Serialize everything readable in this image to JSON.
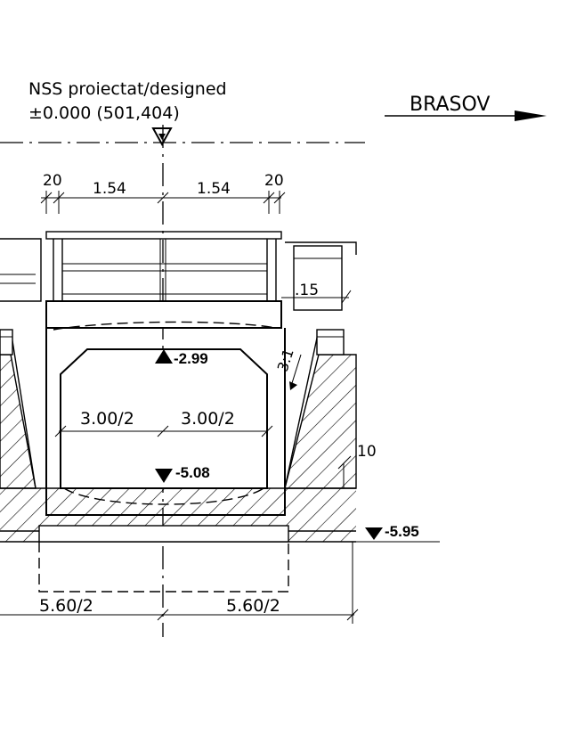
{
  "header": {
    "level_note_line1": "NSS proiectat/designed",
    "level_note_line2": "±0.000 (501,404)",
    "direction_label": "BRASOV"
  },
  "dimensions": {
    "top_left_small": "20",
    "top_left_half": "1.54",
    "top_right_half": "1.54",
    "top_right_small": "20",
    "ledge": ".15",
    "slope": "3:1",
    "inner_left_half": "3.00/2",
    "inner_right_half": "3.00/2",
    "side_gap": "10",
    "base_left_half": "5.60/2",
    "base_right_half": "5.60/2"
  },
  "elevations": {
    "top_of_inner": "-2.99",
    "bottom_of_inner": "-5.08",
    "bottom_of_excavation": "-5.95"
  }
}
